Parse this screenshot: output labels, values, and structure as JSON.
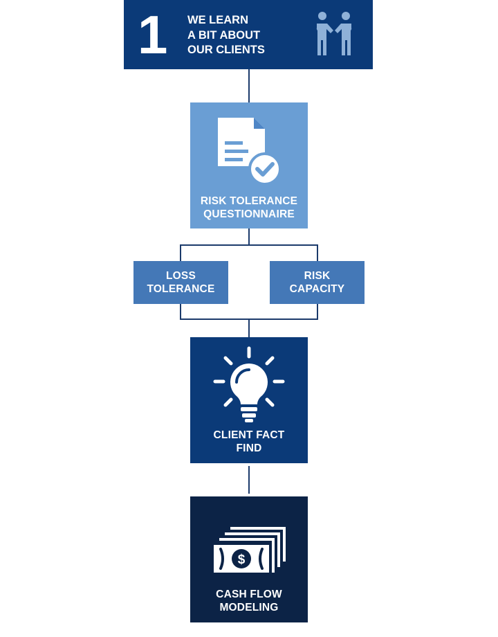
{
  "header": {
    "step_number": "1",
    "title_lines": [
      "WE LEARN",
      "A BIT ABOUT",
      "OUR CLIENTS"
    ],
    "icon": "handshake-icon"
  },
  "nodes": {
    "risk_tolerance": {
      "lines": [
        "RISK TOLERANCE",
        "QUESTIONNAIRE"
      ],
      "icon": "document-check-icon"
    },
    "loss_tolerance": {
      "lines": [
        "LOSS",
        "TOLERANCE"
      ]
    },
    "risk_capacity": {
      "lines": [
        "RISK",
        "CAPACITY"
      ]
    },
    "client_fact_find": {
      "lines": [
        "CLIENT FACT",
        "FIND"
      ],
      "icon": "lightbulb-icon"
    },
    "cash_flow": {
      "lines": [
        "CASH FLOW",
        "MODELING"
      ],
      "icon": "money-stack-icon"
    }
  },
  "colors": {
    "dark_blue": "#0b3a78",
    "light_blue": "#6a9ed4",
    "mid_blue": "#4478b7",
    "navy": "#0c2346",
    "connector": "#1b3a6b"
  }
}
